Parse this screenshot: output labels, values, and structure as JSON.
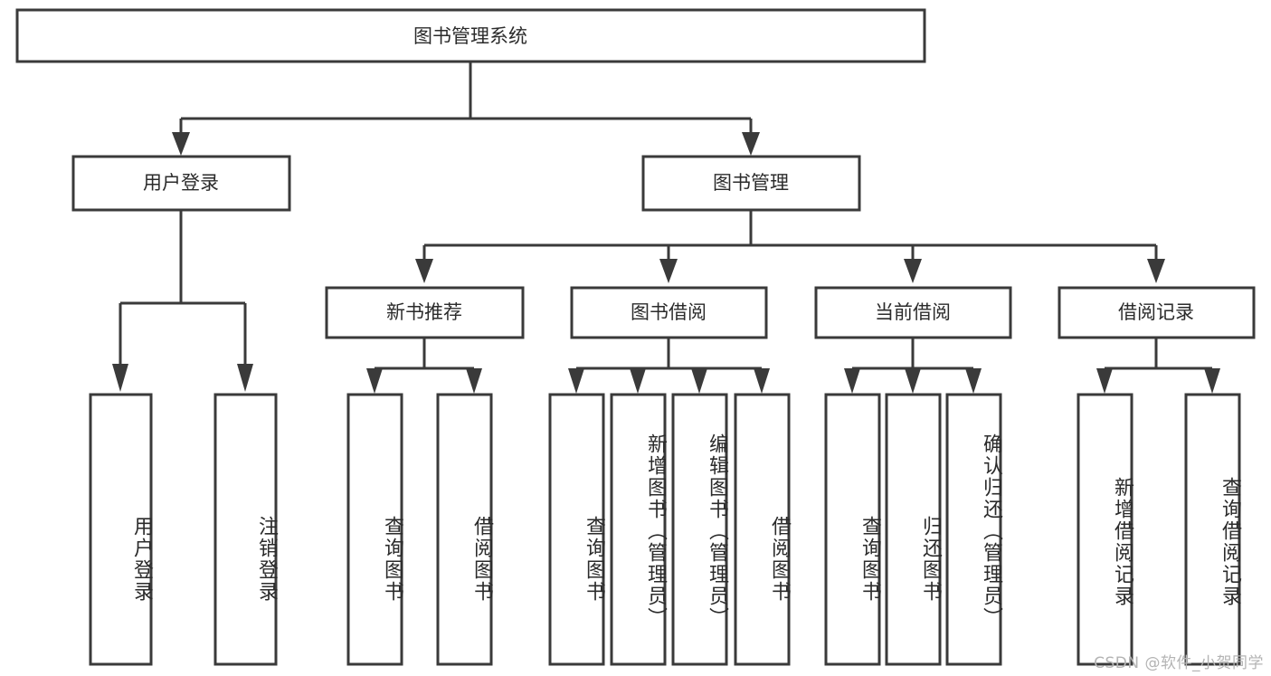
{
  "diagram": {
    "title": "图书管理系统",
    "type": "hierarchy-tree",
    "orientation": "top-down",
    "colors": {
      "box_stroke": "#3a3a3a",
      "box_fill": "#ffffff",
      "text": "#2b2b2b",
      "connector": "#3a3a3a",
      "watermark": "#b4b4b4",
      "background": "#ffffff"
    },
    "root": {
      "label": "图书管理系统"
    },
    "level2": [
      {
        "id": "user-login",
        "label": "用户登录"
      },
      {
        "id": "book-manage",
        "label": "图书管理"
      }
    ],
    "level3": [
      {
        "id": "new-book-recommend",
        "label": "新书推荐",
        "parent": "book-manage"
      },
      {
        "id": "book-borrow",
        "label": "图书借阅",
        "parent": "book-manage"
      },
      {
        "id": "current-borrow",
        "label": "当前借阅",
        "parent": "book-manage"
      },
      {
        "id": "borrow-record",
        "label": "借阅记录",
        "parent": "book-manage"
      }
    ],
    "leaves": {
      "user-login": [
        {
          "id": "leaf-user-login",
          "label": "用户登录"
        },
        {
          "id": "leaf-logout-login",
          "label": "注销登录"
        }
      ],
      "new-book-recommend": [
        {
          "id": "leaf-query-book-1",
          "label": "查询图书"
        },
        {
          "id": "leaf-borrow-book-1",
          "label": "借阅图书"
        }
      ],
      "book-borrow": [
        {
          "id": "leaf-query-book-2",
          "label": "查询图书"
        },
        {
          "id": "leaf-add-book",
          "label": "新增图书（管理员）"
        },
        {
          "id": "leaf-edit-book",
          "label": "编辑图书（管理员）"
        },
        {
          "id": "leaf-borrow-book-2",
          "label": "借阅图书"
        }
      ],
      "current-borrow": [
        {
          "id": "leaf-query-book-3",
          "label": "查询图书"
        },
        {
          "id": "leaf-return-book",
          "label": "归还图书"
        },
        {
          "id": "leaf-confirm-return",
          "label": "确认归还（管理员）"
        }
      ],
      "borrow-record": [
        {
          "id": "leaf-add-record",
          "label": "新增借阅记录"
        },
        {
          "id": "leaf-query-record",
          "label": "查询借阅记录"
        }
      ]
    },
    "watermark": "CSDN @软件_小贺同学"
  }
}
